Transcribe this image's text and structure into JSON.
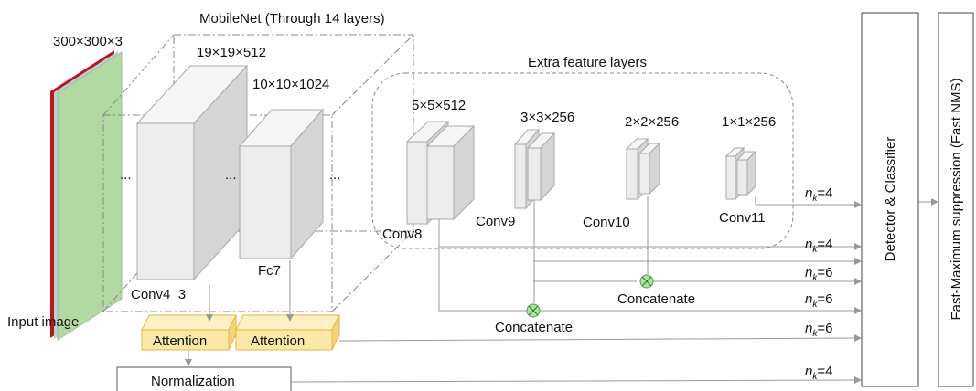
{
  "input": {
    "dims": "300×300×3",
    "label": "Input image"
  },
  "mobilenet": {
    "title": "MobileNet (Through 14 layers)"
  },
  "conv4": {
    "dims": "19×19×512",
    "label": "Conv4_3"
  },
  "fc7": {
    "dims": "10×10×1024",
    "label": "Fc7"
  },
  "ellipsis": "...",
  "extra": {
    "title": "Extra feature layers"
  },
  "conv8": {
    "dims": "5×5×512",
    "label": "Conv8"
  },
  "conv9": {
    "dims": "3×3×256",
    "label": "Conv9"
  },
  "conv10": {
    "dims": "2×2×256",
    "label": "Conv10"
  },
  "conv11": {
    "dims": "1×1×256",
    "label": "Conv11"
  },
  "attention": [
    "Attention",
    "Attention"
  ],
  "normalization": "Normalization",
  "concat": [
    "Concatenate",
    "Concatenate"
  ],
  "nk_main": "n",
  "nk_sub": "k",
  "nk_values": [
    "=4",
    "=4",
    "=6",
    "=6",
    "=6",
    "=4"
  ],
  "detector": "Detector & Classifier",
  "nms": "Fast-Maximum suppression (Fast NMS)",
  "colors": {
    "input_face": "#b3d9a3",
    "input_edge": "#c0141a",
    "block": "#ececec",
    "attention": "#fbe8a6",
    "concat": "#a8e6a0",
    "arrow": "#999999"
  }
}
